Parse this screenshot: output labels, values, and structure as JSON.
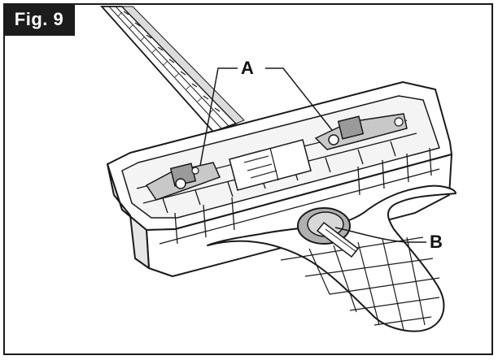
{
  "figure": {
    "label": "Fig. 9"
  },
  "callouts": {
    "a": "A",
    "b": "B"
  },
  "colors": {
    "line": "#1a1a1a",
    "shade": "#9a9a9a",
    "badge_bg": "#1c1c1c",
    "badge_text": "#ffffff"
  }
}
